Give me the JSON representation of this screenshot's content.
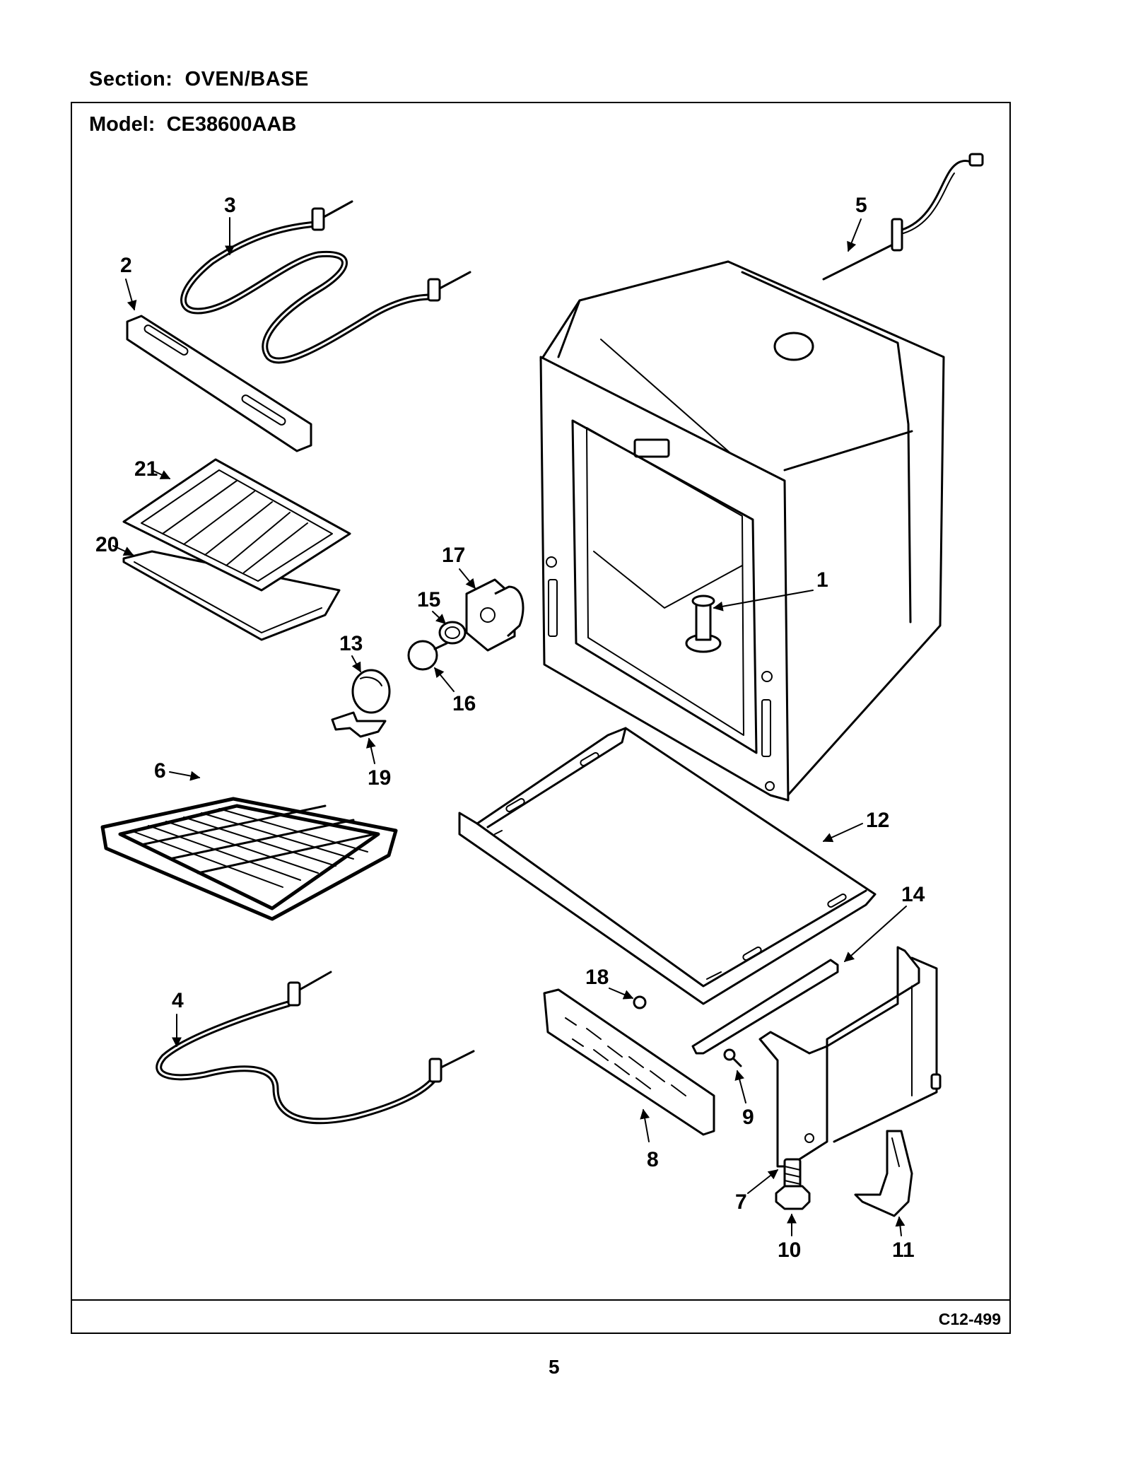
{
  "section": {
    "label": "Section:",
    "value": "OVEN/BASE"
  },
  "model": {
    "label": "Model:",
    "value": "CE38600AAB"
  },
  "diagram_code": "C12-499",
  "page_number": "5",
  "callouts": {
    "c1": "1",
    "c2": "2",
    "c3": "3",
    "c4": "4",
    "c5": "5",
    "c6": "6",
    "c7": "7",
    "c8": "8",
    "c9": "9",
    "c10": "10",
    "c11": "11",
    "c12": "12",
    "c13": "13",
    "c14": "14",
    "c15": "15",
    "c16": "16",
    "c17": "17",
    "c18": "18",
    "c19": "19",
    "c20": "20",
    "c21": "21"
  }
}
